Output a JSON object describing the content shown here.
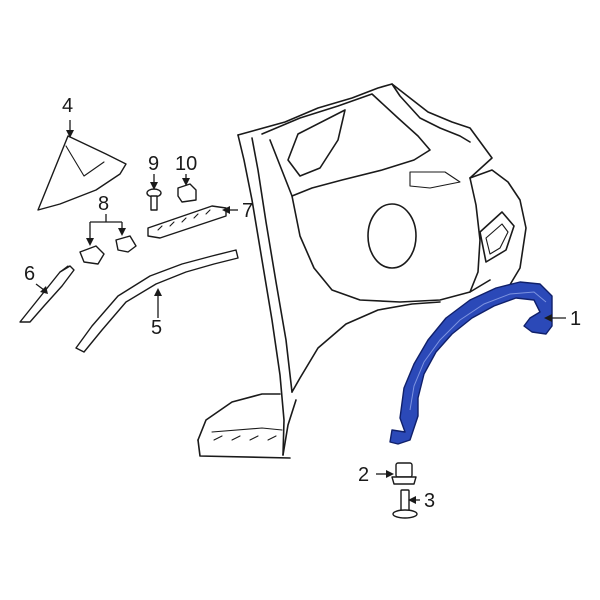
{
  "diagram": {
    "highlight_color": "#2b49b8",
    "line_color": "#1a1a1a",
    "background": "#ffffff",
    "callouts": [
      {
        "id": "1",
        "label": "1"
      },
      {
        "id": "2",
        "label": "2"
      },
      {
        "id": "3",
        "label": "3"
      },
      {
        "id": "4",
        "label": "4"
      },
      {
        "id": "5",
        "label": "5"
      },
      {
        "id": "6",
        "label": "6"
      },
      {
        "id": "7",
        "label": "7"
      },
      {
        "id": "8",
        "label": "8"
      },
      {
        "id": "9",
        "label": "9"
      },
      {
        "id": "10",
        "label": "10"
      }
    ]
  }
}
